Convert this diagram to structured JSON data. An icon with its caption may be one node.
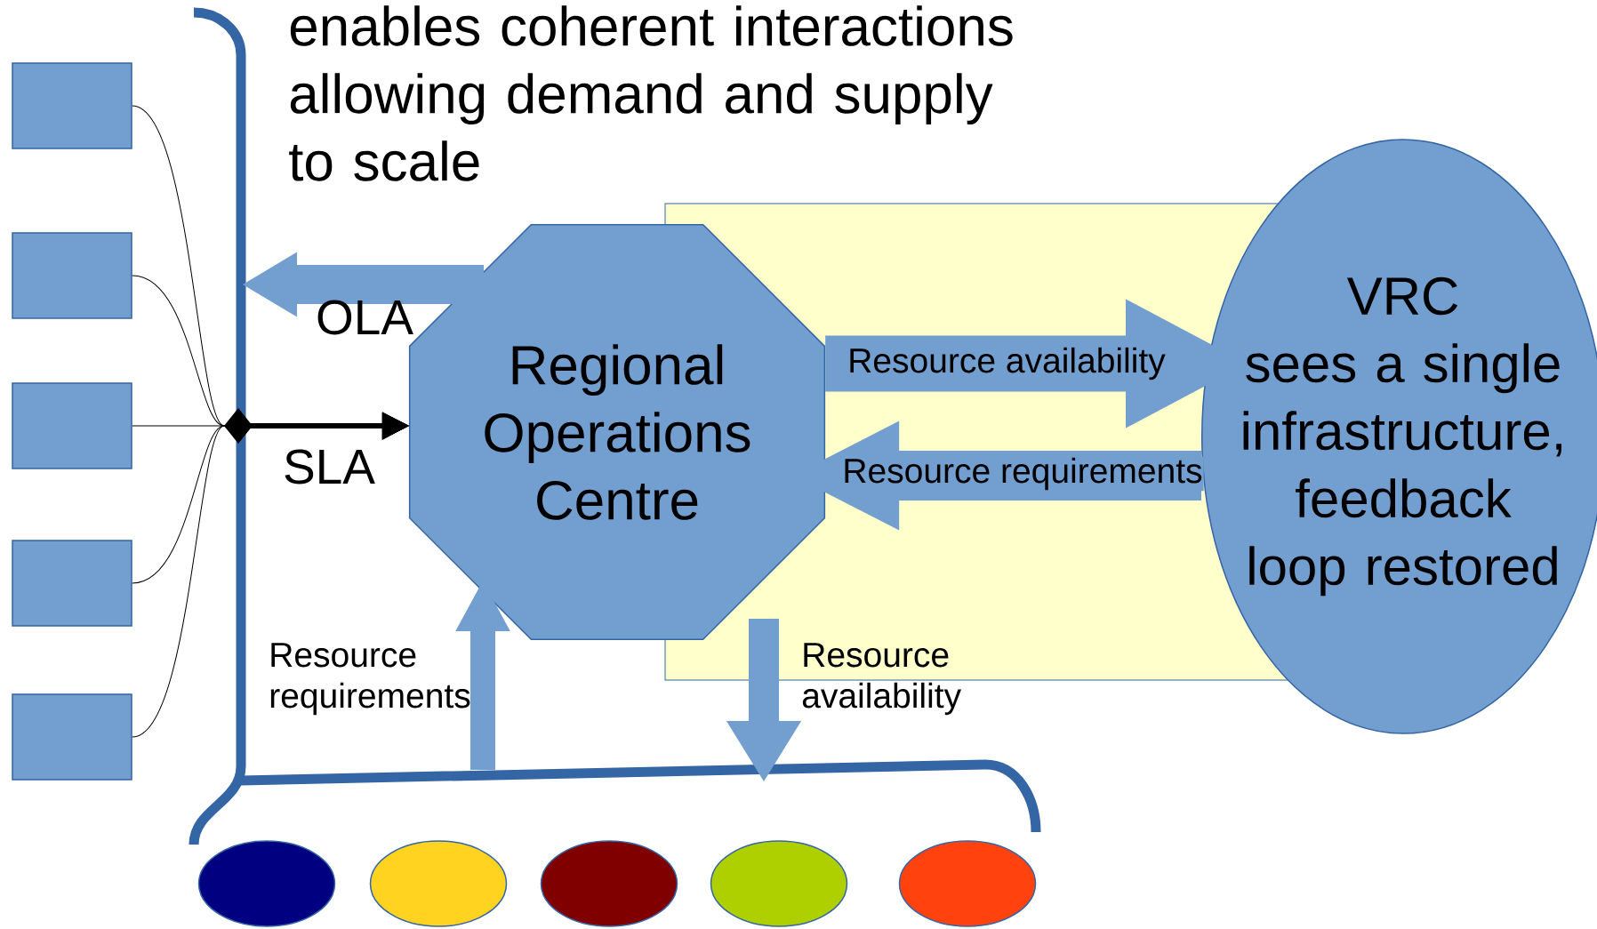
{
  "diagram": {
    "nodes": [
      {
        "text": [],
        "shape": "box"
      },
      {
        "text": [],
        "shape": "box"
      },
      {
        "text": [],
        "shape": "box"
      },
      {
        "text": [],
        "shape": "box"
      },
      {
        "text": [],
        "shape": "box"
      },
      {
        "text": [
          "Regional Operations Centre"
        ]
      },
      {
        "text": [
          "VRC",
          "sees a single infrastructure, feedback loop restored"
        ]
      },
      {
        "text": [],
        "shape": "circle"
      },
      {
        "text": [],
        "shape": "circle"
      },
      {
        "text": [],
        "shape": "circle"
      },
      {
        "text": [],
        "shape": "circle"
      },
      {
        "text": [],
        "shape": "circle"
      }
    ],
    "edges": [
      {
        "from": 0,
        "to": 5,
        "arrow": "to"
      },
      {
        "from": 1,
        "to": 5,
        "arrow": "to"
      },
      {
        "from": 2,
        "to": 5,
        "arrow": "to",
        "label": "SLA"
      },
      {
        "from": 3,
        "to": 5,
        "arrow": "to"
      },
      {
        "from": 4,
        "to": 5,
        "arrow": "to"
      },
      {
        "from": 5,
        "to": null,
        "arrow": "to",
        "label": "OLA",
        "style": "thick",
        "color": "#729fcf"
      },
      {
        "from": null,
        "to": 5,
        "arrow": "to",
        "label": "Resource requirements",
        "style": "thick",
        "color": "#729fcf"
      },
      {
        "from": 5,
        "to": null,
        "arrow": "to",
        "label": "Resource availability",
        "style": "thick",
        "color": "#729fcf"
      },
      {
        "from": 5,
        "to": 6,
        "arrow": "to",
        "label": "Resource availability",
        "style": "thick",
        "color": "#729fcf"
      },
      {
        "from": 6,
        "to": 5,
        "arrow": "to",
        "label": "Resource requirements",
        "style": "thick",
        "color": "#729fcf"
      }
    ],
    "labels": [
      "enables coherent interactions allowing demand and supply to scale"
    ]
  }
}
